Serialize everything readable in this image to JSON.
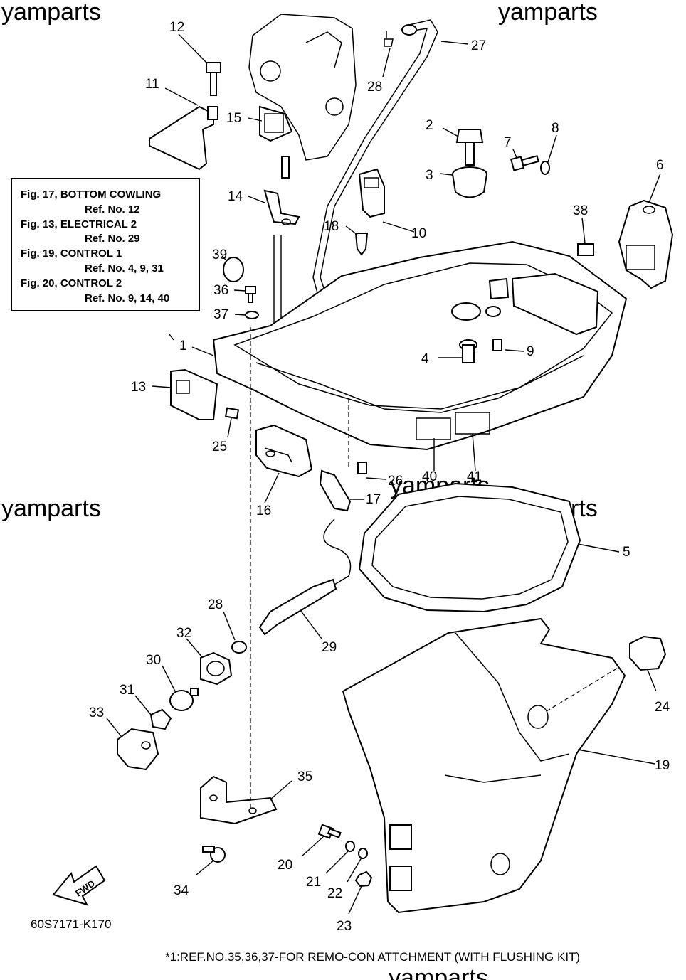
{
  "watermarks": [
    "yamparts",
    "yamparts",
    "yamparts",
    "yamparts",
    "yamparts",
    "yamparts"
  ],
  "reference_box": {
    "lines": [
      {
        "fig": "Fig. 17, BOTTOM COWLING",
        "ref": "Ref. No. 12"
      },
      {
        "fig": "Fig. 13, ELECTRICAL 2",
        "ref": "Ref. No. 29"
      },
      {
        "fig": "Fig. 19, CONTROL 1",
        "ref": "Ref. No. 4, 9, 31"
      },
      {
        "fig": "Fig. 20, CONTROL 2",
        "ref": "Ref. No. 9, 14, 40"
      }
    ]
  },
  "callouts": [
    "1",
    "2",
    "3",
    "4",
    "5",
    "6",
    "7",
    "8",
    "9",
    "10",
    "11",
    "12",
    "13",
    "14",
    "15",
    "16",
    "17",
    "18",
    "19",
    "20",
    "21",
    "22",
    "23",
    "24",
    "25",
    "26",
    "27",
    "28",
    "28",
    "29",
    "30",
    "31",
    "32",
    "33",
    "34",
    "35",
    "36",
    "37",
    "38",
    "39",
    "40",
    "41"
  ],
  "fwd_label": "FWD",
  "drawing_code": "60S7171-K170",
  "footnote": "*1:REF.NO.35,36,37-FOR REMO-CON ATTCHMENT (WITH FLUSHING KIT)"
}
